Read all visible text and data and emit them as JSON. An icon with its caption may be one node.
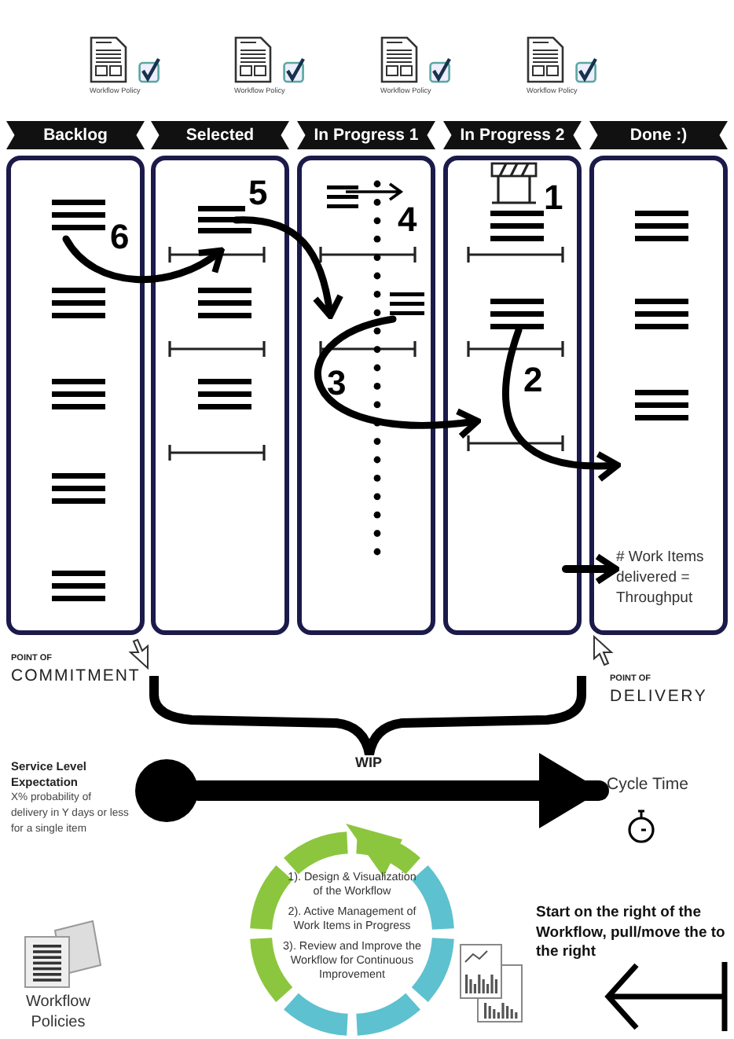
{
  "diagram": {
    "nodes": [
      {
        "text": [
          "Backlog"
        ]
      },
      {
        "text": [
          "Selected"
        ]
      },
      {
        "text": [
          "In Progress 1"
        ]
      },
      {
        "text": [
          "In Progress 2"
        ]
      },
      {
        "text": [
          "Done :)"
        ]
      },
      {
        "text": [
          "# Work Items delivered = Throughput"
        ],
        "in": 4
      },
      {
        "text": [],
        "shape": "circle"
      },
      {
        "text": [
          "Cycle Time"
        ]
      },
      {
        "text": [
          "1). Design & Visualization of the Workflow",
          "2). Active Management of Work Items in Progress",
          "3). Review and Improve the Workflow for Continuous Improvement"
        ]
      }
    ],
    "edges": [
      {
        "from": 0,
        "to": 1,
        "arrow": "to",
        "label": "6"
      },
      {
        "from": 1,
        "to": 2,
        "arrow": "to",
        "label": "5"
      },
      {
        "from": 2,
        "to": 3,
        "arrow": "to",
        "label": "3"
      },
      {
        "from": 3,
        "to": 4,
        "arrow": "to",
        "label": "2"
      },
      {
        "from": 3,
        "to": 5,
        "arrow": "to"
      },
      {
        "from": 6,
        "to": 7,
        "arrow": "to",
        "style": "thick"
      }
    ],
    "labels": [
      "Workflow Policy",
      "Workflow Policy",
      "Workflow Policy",
      "Workflow Policy",
      "4",
      "1",
      "POINT OF",
      "COMMITMENT",
      "POINT OF",
      "DELIVERY",
      "WIP",
      "Service Level Expectation",
      "X% probability of delivery in Y days or less for a single item",
      "Workflow Policies",
      "Start on the right of the Workflow, pull/move the to the right"
    ]
  }
}
